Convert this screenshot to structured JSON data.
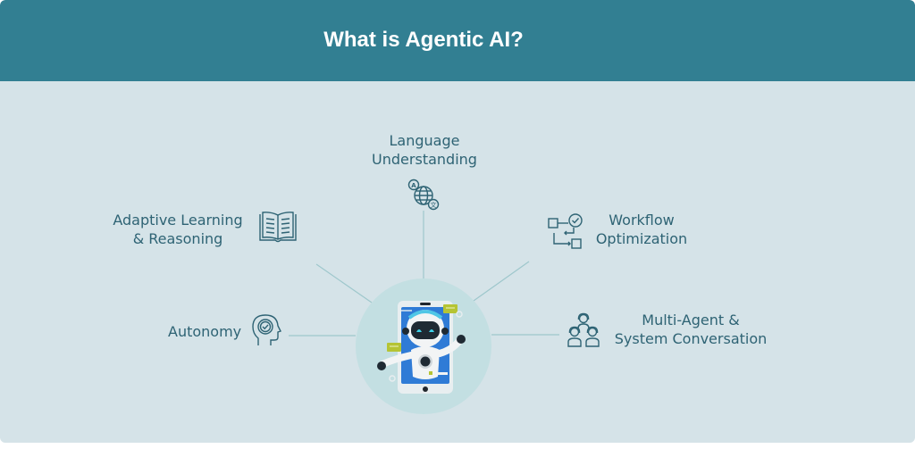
{
  "header": {
    "title": "What is Agentic AI?",
    "background_color": "#327f92"
  },
  "colors": {
    "panel_background": "#d5e3e8",
    "text": "#2e6374",
    "connector": "#9ec7cc",
    "center_circle": "#c3dfe2"
  },
  "center": {
    "image": "robot-on-smartphone-illustration"
  },
  "nodes": [
    {
      "id": "language",
      "line1": "Language",
      "line2": "Understanding",
      "icon": "globe-translate-icon"
    },
    {
      "id": "adaptive",
      "line1": "Adaptive Learning",
      "line2": "& Reasoning",
      "icon": "open-book-icon"
    },
    {
      "id": "workflow",
      "line1": "Workflow",
      "line2": "Optimization",
      "icon": "workflow-check-icon"
    },
    {
      "id": "autonomy",
      "line1": "Autonomy",
      "icon": "head-check-icon"
    },
    {
      "id": "multiagent",
      "line1": "Multi-Agent &",
      "line2": "System Conversation",
      "icon": "agents-group-icon"
    }
  ]
}
